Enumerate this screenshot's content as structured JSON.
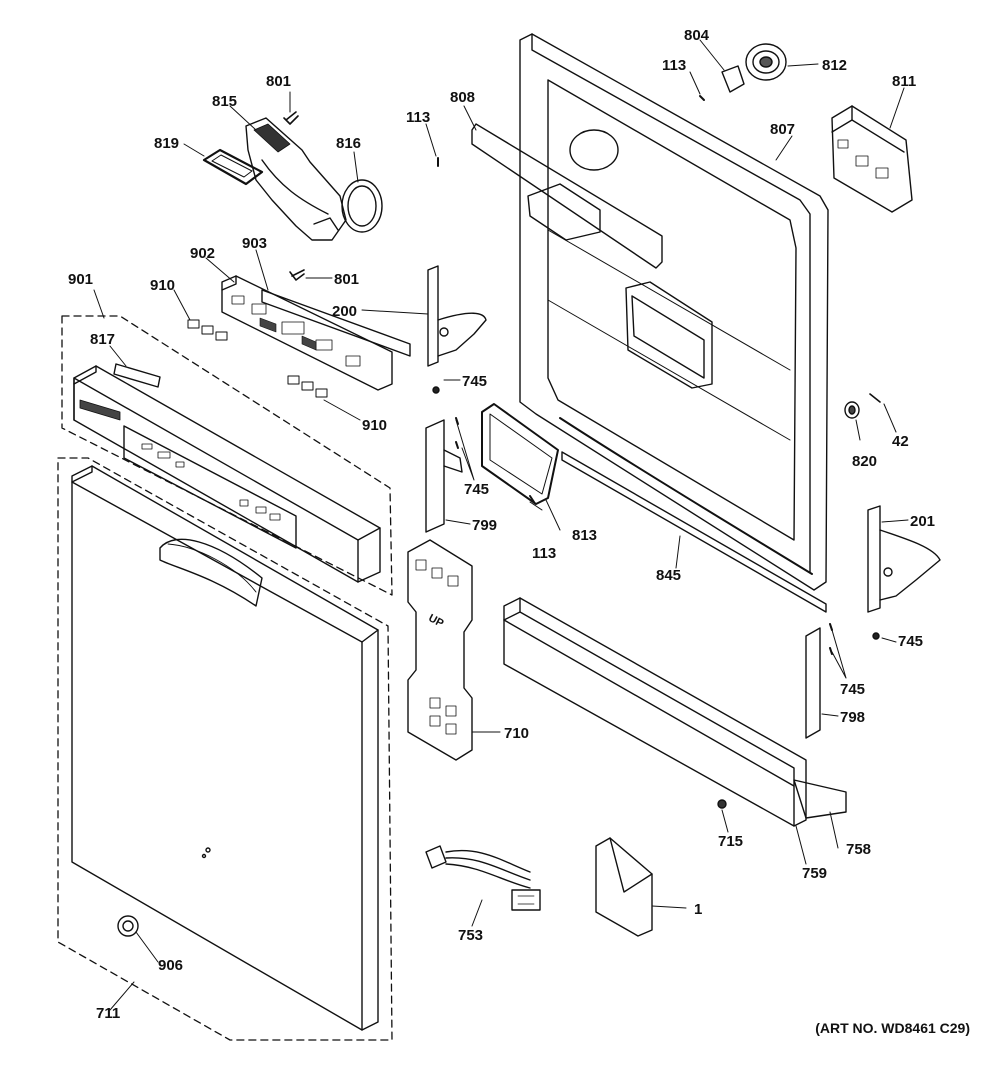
{
  "diagram": {
    "art_number": "(ART NO. WD8461 C29)",
    "stamp_text": "UP",
    "callouts": [
      {
        "id": "c801a",
        "text": "801"
      },
      {
        "id": "c815",
        "text": "815"
      },
      {
        "id": "c819",
        "text": "819"
      },
      {
        "id": "c816",
        "text": "816"
      },
      {
        "id": "c113a",
        "text": "113"
      },
      {
        "id": "c808",
        "text": "808"
      },
      {
        "id": "c804",
        "text": "804"
      },
      {
        "id": "c113b",
        "text": "113"
      },
      {
        "id": "c812",
        "text": "812"
      },
      {
        "id": "c811",
        "text": "811"
      },
      {
        "id": "c807",
        "text": "807"
      },
      {
        "id": "c902",
        "text": "902"
      },
      {
        "id": "c903",
        "text": "903"
      },
      {
        "id": "c801b",
        "text": "801"
      },
      {
        "id": "c901",
        "text": "901"
      },
      {
        "id": "c910a",
        "text": "910"
      },
      {
        "id": "c200",
        "text": "200"
      },
      {
        "id": "c817",
        "text": "817"
      },
      {
        "id": "c745a",
        "text": "745"
      },
      {
        "id": "c910b",
        "text": "910"
      },
      {
        "id": "c820",
        "text": "820"
      },
      {
        "id": "c42",
        "text": "42"
      },
      {
        "id": "c745b",
        "text": "745"
      },
      {
        "id": "c799",
        "text": "799"
      },
      {
        "id": "c113c",
        "text": "113"
      },
      {
        "id": "c813",
        "text": "813"
      },
      {
        "id": "c845",
        "text": "845"
      },
      {
        "id": "c201",
        "text": "201"
      },
      {
        "id": "c745c",
        "text": "745"
      },
      {
        "id": "c745d",
        "text": "745"
      },
      {
        "id": "c798",
        "text": "798"
      },
      {
        "id": "c710",
        "text": "710"
      },
      {
        "id": "c715",
        "text": "715"
      },
      {
        "id": "c758",
        "text": "758"
      },
      {
        "id": "c759",
        "text": "759"
      },
      {
        "id": "c1",
        "text": "1"
      },
      {
        "id": "c753",
        "text": "753"
      },
      {
        "id": "c906",
        "text": "906"
      },
      {
        "id": "c711",
        "text": "711"
      }
    ]
  }
}
